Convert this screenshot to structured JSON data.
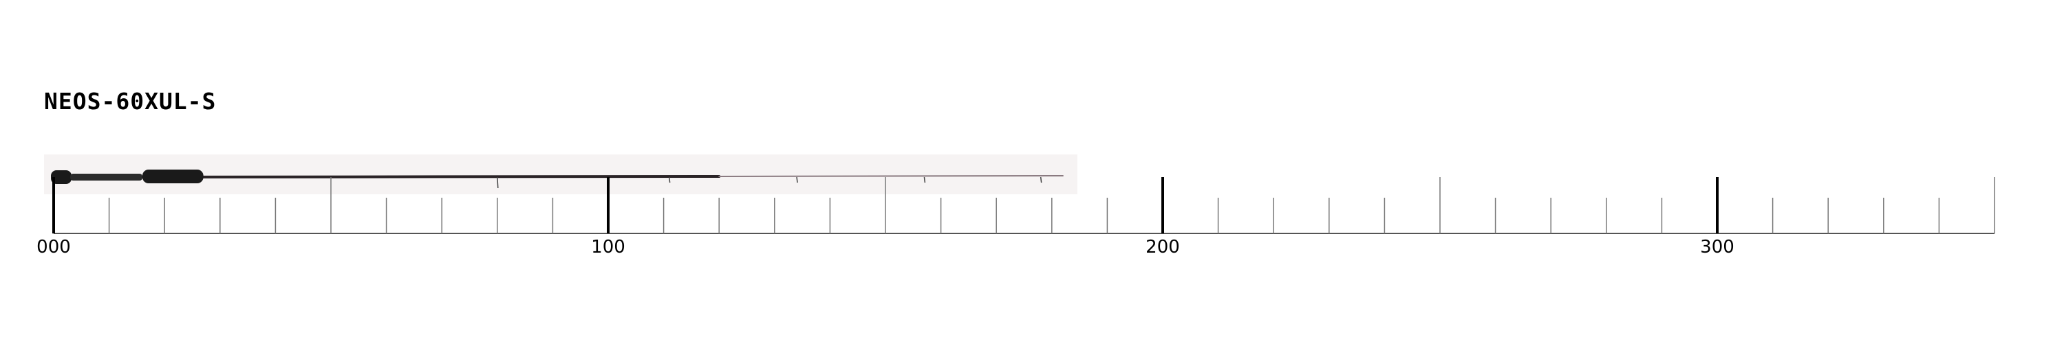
{
  "product": {
    "model_name": "NEOS-60XUL-S"
  },
  "ruler": {
    "min": 0,
    "max": 350,
    "minor_step": 10,
    "mid_step": 50,
    "major_step": 100,
    "labels": [
      "000",
      "100",
      "200",
      "300"
    ]
  },
  "rod": {
    "length": 182,
    "handle_color": "#1a1a1a",
    "blank_color": "#2a2326",
    "tip_color": "#8a7a80"
  }
}
